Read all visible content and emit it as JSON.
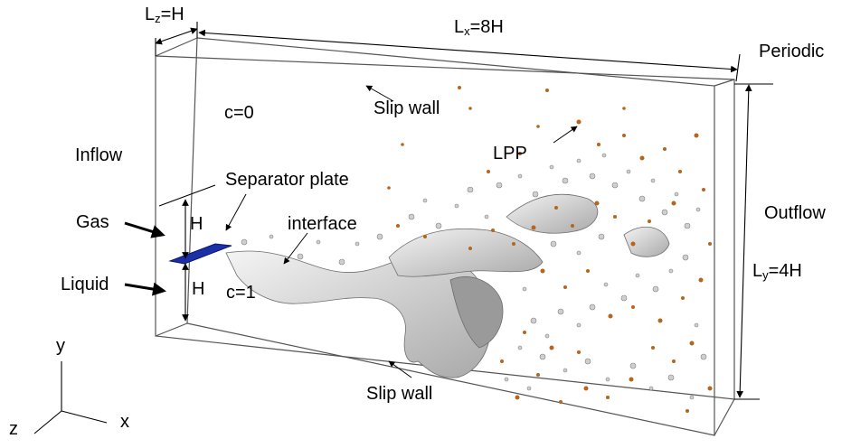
{
  "labels": {
    "lz": {
      "main": "L",
      "sub": "z",
      "rest": "=H"
    },
    "lx": {
      "main": "L",
      "sub": "x",
      "rest": "=8H"
    },
    "ly": {
      "main": "L",
      "sub": "y",
      "rest": "=4H"
    },
    "periodic": "Periodic",
    "slip_wall_top": "Slip wall",
    "slip_wall_bottom": "Slip wall",
    "c0": "c=0",
    "c1": "c=1",
    "inflow": "Inflow",
    "outflow": "Outflow",
    "lpp": "LPP",
    "separator_plate": "Separator plate",
    "interface": "interface",
    "gas": "Gas",
    "liquid": "Liquid",
    "h_upper": "H",
    "h_lower": "H",
    "axis_y": "y",
    "axis_x": "x",
    "axis_z": "z"
  },
  "colors": {
    "box_edge": "#555555",
    "plate": "#1a2fa8",
    "interface_fill": "#d8d8d8",
    "interface_edge": "#6e6e6e",
    "particles": "#b5651d"
  }
}
